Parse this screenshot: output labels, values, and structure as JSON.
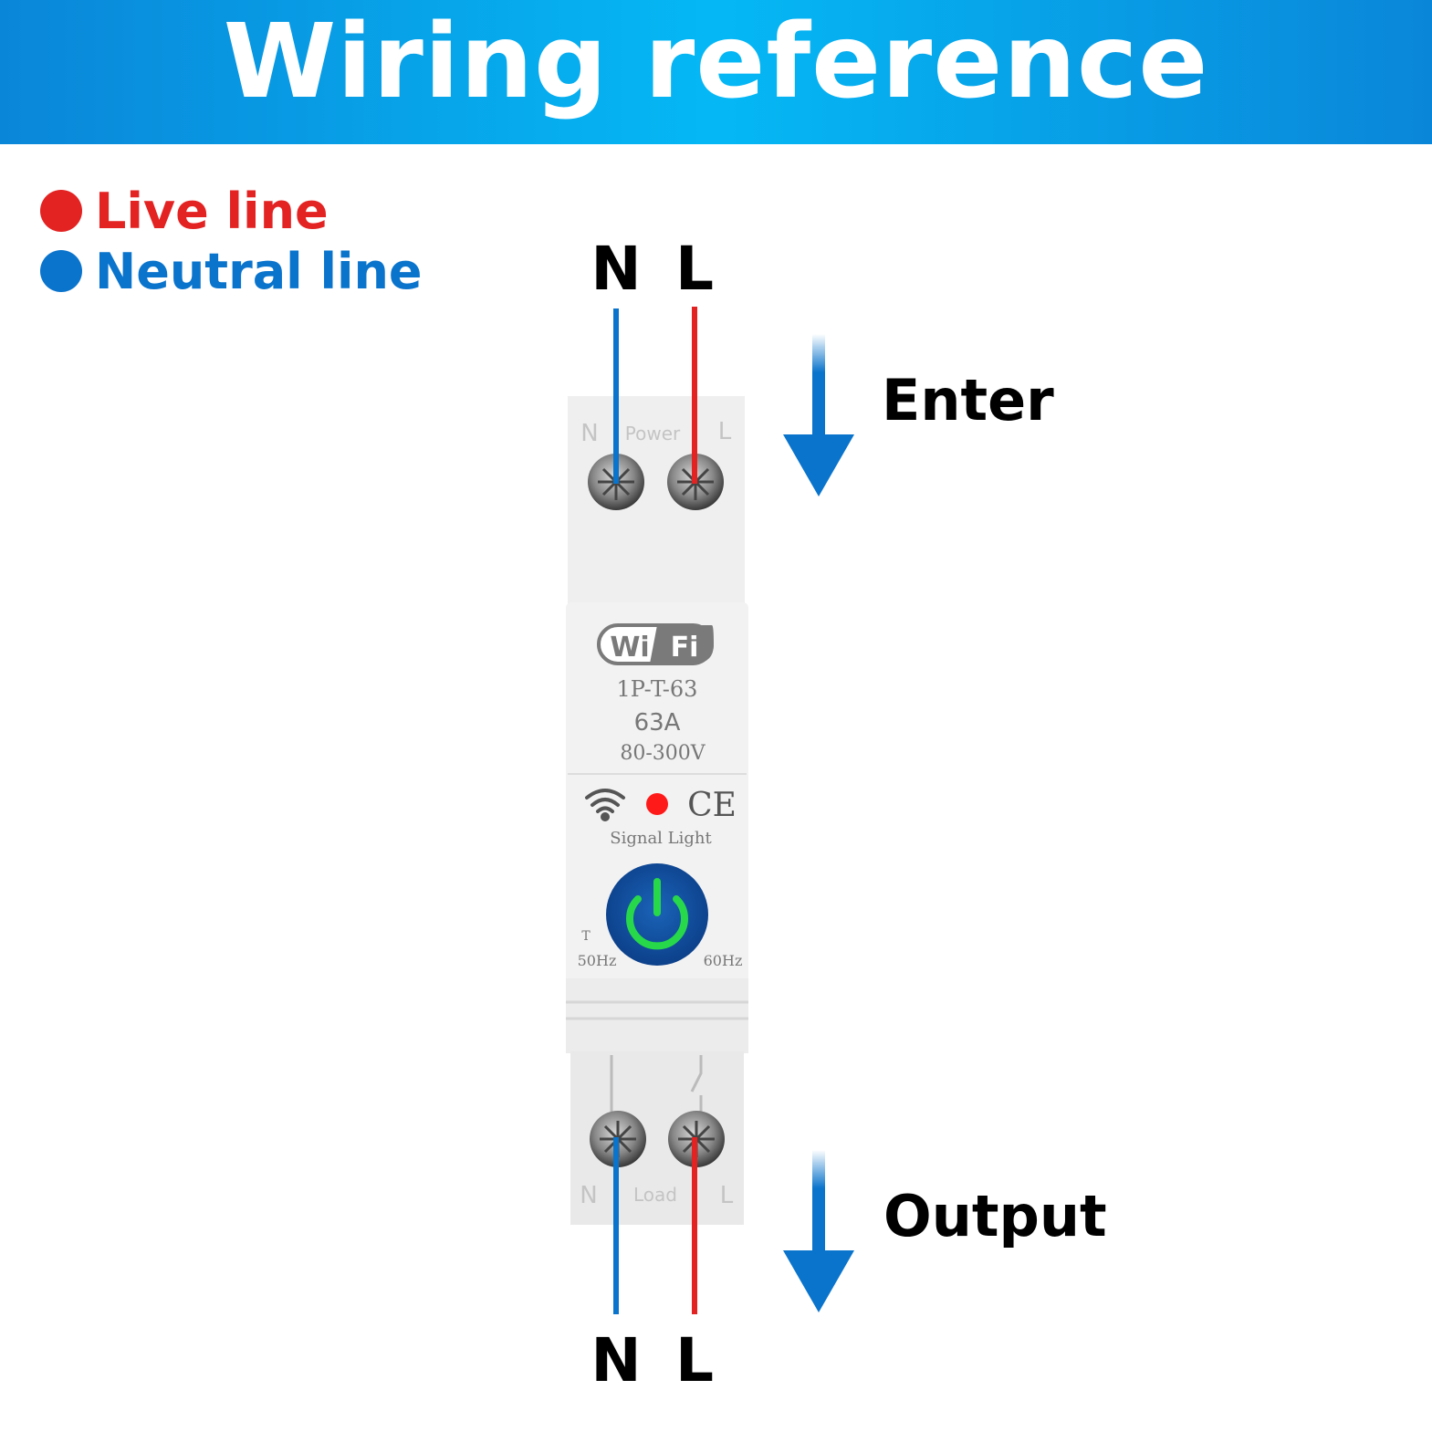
{
  "header": {
    "title": "Wiring reference"
  },
  "legend": {
    "live": {
      "label": "Live line",
      "color": "#e32222"
    },
    "neutral": {
      "label": "Neutral line",
      "color": "#0a74cc"
    }
  },
  "diagram": {
    "top_neutral": "N",
    "top_live": "L",
    "bottom_neutral": "N",
    "bottom_live": "L",
    "enter_label": "Enter",
    "output_label": "Output",
    "arrow_color": "#0a74cc"
  },
  "device": {
    "top_terminal_n": "N",
    "top_terminal_label": "Power",
    "top_terminal_l": "L",
    "logo_left": "Wi",
    "logo_right": "Fi",
    "model": "1P-T-63",
    "current": "63A",
    "voltage": "80-300V",
    "ce_mark": "CE",
    "signal_label": "Signal Light",
    "t_mark": "T",
    "freq_left": "50Hz",
    "freq_right": "60Hz",
    "bottom_terminal_n": "N",
    "bottom_terminal_label": "Load",
    "bottom_terminal_l": "L"
  }
}
